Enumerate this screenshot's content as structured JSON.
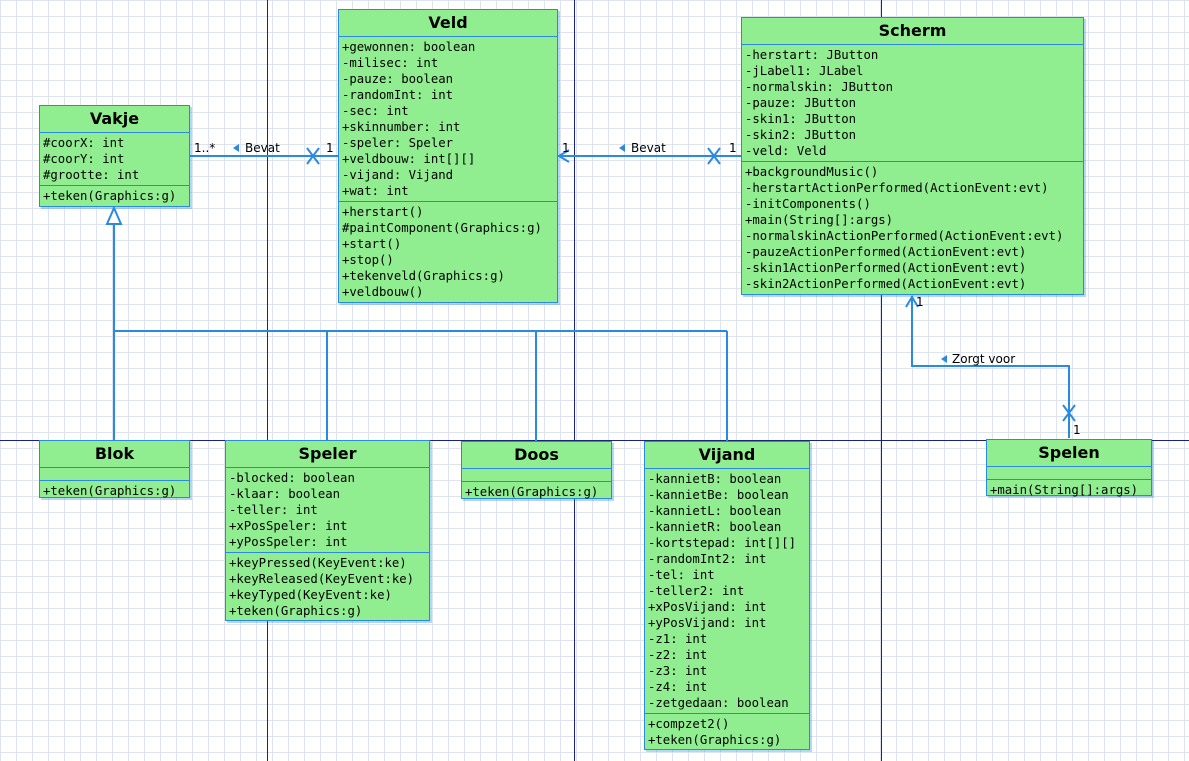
{
  "colors": {
    "class_fill": "#90ee90",
    "line": "#2a8ae0",
    "page_line": "#1a237e",
    "grid": "#dde3ef"
  },
  "classes": {
    "vakje": {
      "name": "Vakje",
      "attributes": [
        "#coorX: int",
        "#coorY: int",
        "#grootte: int"
      ],
      "operations": [
        "+teken(Graphics:g)"
      ]
    },
    "veld": {
      "name": "Veld",
      "attributes": [
        "+gewonnen: boolean",
        "-milisec: int",
        "-pauze: boolean",
        "-randomInt: int",
        "-sec: int",
        "+skinnumber: int",
        "-speler: Speler",
        "+veldbouw: int[][]",
        "-vijand: Vijand",
        "+wat: int"
      ],
      "operations": [
        "+herstart()",
        "#paintComponent(Graphics:g)",
        "+start()",
        "+stop()",
        "+tekenveld(Graphics:g)",
        "+veldbouw()"
      ]
    },
    "scherm": {
      "name": "Scherm",
      "attributes": [
        "-herstart: JButton",
        "-jLabel1: JLabel",
        "-normalskin: JButton",
        "-pauze: JButton",
        "-skin1: JButton",
        "-skin2: JButton",
        "-veld: Veld"
      ],
      "operations": [
        "+backgroundMusic()",
        "-herstartActionPerformed(ActionEvent:evt)",
        "-initComponents()",
        "+main(String[]:args)",
        "-normalskinActionPerformed(ActionEvent:evt)",
        "-pauzeActionPerformed(ActionEvent:evt)",
        "-skin1ActionPerformed(ActionEvent:evt)",
        "-skin2ActionPerformed(ActionEvent:evt)"
      ]
    },
    "blok": {
      "name": "Blok",
      "attributes": [],
      "operations": [
        "+teken(Graphics:g)"
      ]
    },
    "speler": {
      "name": "Speler",
      "attributes": [
        "-blocked: boolean",
        "-klaar: boolean",
        "-teller: int",
        "+xPosSpeler: int",
        "+yPosSpeler: int"
      ],
      "operations": [
        "+keyPressed(KeyEvent:ke)",
        "+keyReleased(KeyEvent:ke)",
        "+keyTyped(KeyEvent:ke)",
        "+teken(Graphics:g)"
      ]
    },
    "doos": {
      "name": "Doos",
      "attributes": [],
      "operations": [
        "+teken(Graphics:g)"
      ]
    },
    "vijand": {
      "name": "Vijand",
      "attributes": [
        "-kannietB: boolean",
        "-kannietBe: boolean",
        "-kannietL: boolean",
        "-kannietR: boolean",
        "-kortstepad: int[][]",
        "-randomInt2: int",
        "-tel: int",
        "-teller2: int",
        "+xPosVijand: int",
        "+yPosVijand: int",
        "-z1: int",
        "-z2: int",
        "-z3: int",
        "-z4: int",
        "-zetgedaan: boolean"
      ],
      "operations": [
        "+compzet2()",
        "+teken(Graphics:g)"
      ]
    },
    "spelen": {
      "name": "Spelen",
      "attributes": [],
      "operations": [
        "+main(String[]:args)"
      ]
    }
  },
  "associations": {
    "vakje_veld": {
      "label": "Bevat",
      "source_mult": "1..*",
      "target_mult": "1"
    },
    "veld_scherm": {
      "label": "Bevat",
      "source_mult": "1",
      "target_mult": "1"
    },
    "scherm_spelen": {
      "label": "Zorgt voor",
      "source_mult": "1",
      "target_mult": "1"
    }
  }
}
